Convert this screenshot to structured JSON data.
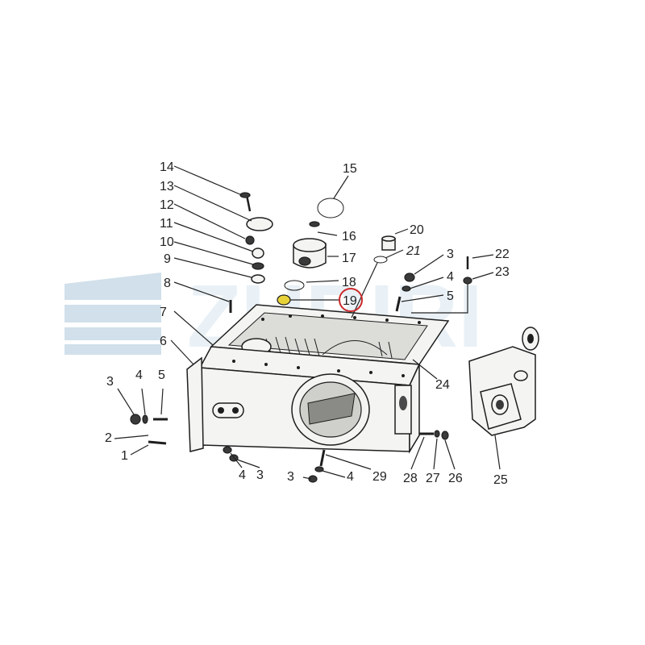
{
  "watermark": {
    "text": "ZUBIRI",
    "color": "#c8dbe8"
  },
  "highlight": {
    "callout": "19",
    "ring_color": "#cc2a2a",
    "part_color": "#e8d23a"
  },
  "callouts": [
    {
      "id": "c14",
      "text": "14"
    },
    {
      "id": "c13",
      "text": "13"
    },
    {
      "id": "c12",
      "text": "12"
    },
    {
      "id": "c11",
      "text": "11"
    },
    {
      "id": "c10",
      "text": "10"
    },
    {
      "id": "c9",
      "text": "9"
    },
    {
      "id": "c8",
      "text": "8"
    },
    {
      "id": "c7",
      "text": "7"
    },
    {
      "id": "c6",
      "text": "6"
    },
    {
      "id": "c15",
      "text": "15"
    },
    {
      "id": "c16",
      "text": "16"
    },
    {
      "id": "c17",
      "text": "17"
    },
    {
      "id": "c18",
      "text": "18"
    },
    {
      "id": "c19",
      "text": "19"
    },
    {
      "id": "c20",
      "text": "20"
    },
    {
      "id": "c21",
      "text": "21"
    },
    {
      "id": "c3a",
      "text": "3"
    },
    {
      "id": "c4a",
      "text": "4"
    },
    {
      "id": "c5a",
      "text": "5"
    },
    {
      "id": "c22",
      "text": "22"
    },
    {
      "id": "c23",
      "text": "23"
    },
    {
      "id": "c24",
      "text": "24"
    },
    {
      "id": "c25",
      "text": "25"
    },
    {
      "id": "c3b",
      "text": "3"
    },
    {
      "id": "c4b",
      "text": "4"
    },
    {
      "id": "c5b",
      "text": "5"
    },
    {
      "id": "c2",
      "text": "2"
    },
    {
      "id": "c1",
      "text": "1"
    },
    {
      "id": "c4c",
      "text": "4"
    },
    {
      "id": "c3c",
      "text": "3"
    },
    {
      "id": "c3d",
      "text": "3"
    },
    {
      "id": "c4d",
      "text": "4"
    },
    {
      "id": "c29",
      "text": "29"
    },
    {
      "id": "c28",
      "text": "28"
    },
    {
      "id": "c27",
      "text": "27"
    },
    {
      "id": "c26",
      "text": "26"
    }
  ]
}
